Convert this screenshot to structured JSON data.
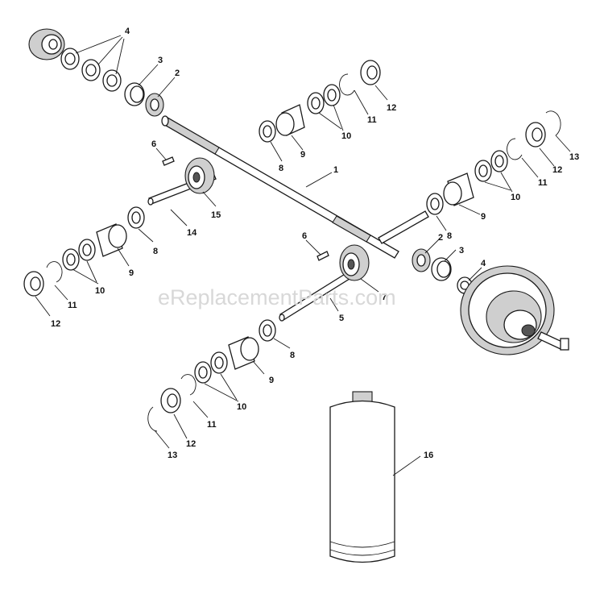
{
  "watermark": "eReplacementParts.com",
  "callouts": [
    "1",
    "2",
    "3",
    "4",
    "5",
    "6",
    "7",
    "8",
    "9",
    "10",
    "11",
    "12",
    "13",
    "14",
    "15",
    "16"
  ]
}
